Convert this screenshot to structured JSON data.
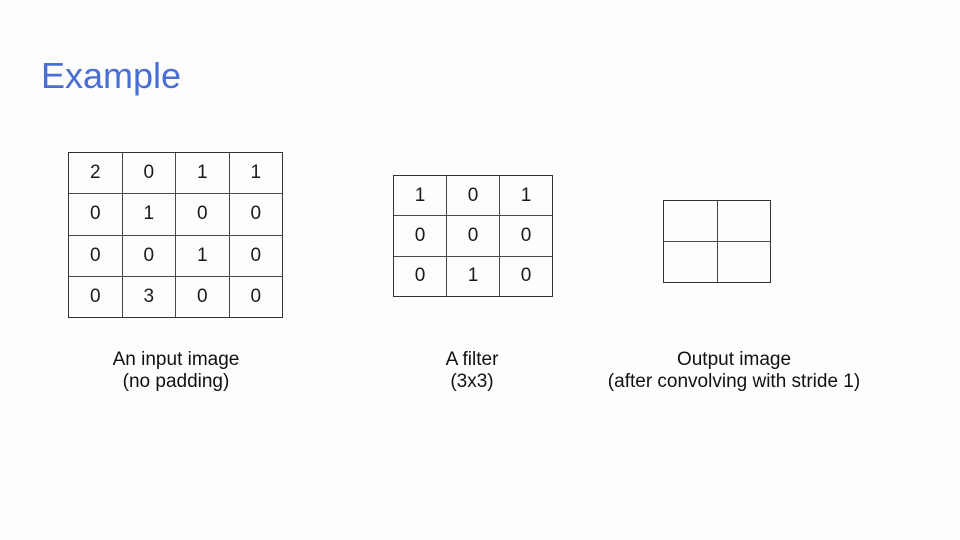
{
  "slide": {
    "title": "Example",
    "title_color": "#4a6fd4",
    "background_color": "#fdfdfd",
    "grid_line_color": "#4a4a4a"
  },
  "figures": {
    "input": {
      "matrix": [
        [
          "2",
          "0",
          "1",
          "1"
        ],
        [
          "0",
          "1",
          "0",
          "0"
        ],
        [
          "0",
          "0",
          "1",
          "0"
        ],
        [
          "0",
          "3",
          "0",
          "0"
        ]
      ],
      "caption_line1": "An input image",
      "caption_line2": "(no padding)"
    },
    "filter": {
      "matrix": [
        [
          "1",
          "0",
          "1"
        ],
        [
          "0",
          "0",
          "0"
        ],
        [
          "0",
          "1",
          "0"
        ]
      ],
      "caption_line1": "A filter",
      "caption_line2": "(3x3)"
    },
    "output": {
      "matrix": [
        [
          "",
          ""
        ],
        [
          "",
          ""
        ]
      ],
      "caption_line1": "Output image",
      "caption_line2": "(after convolving with stride 1)"
    }
  }
}
